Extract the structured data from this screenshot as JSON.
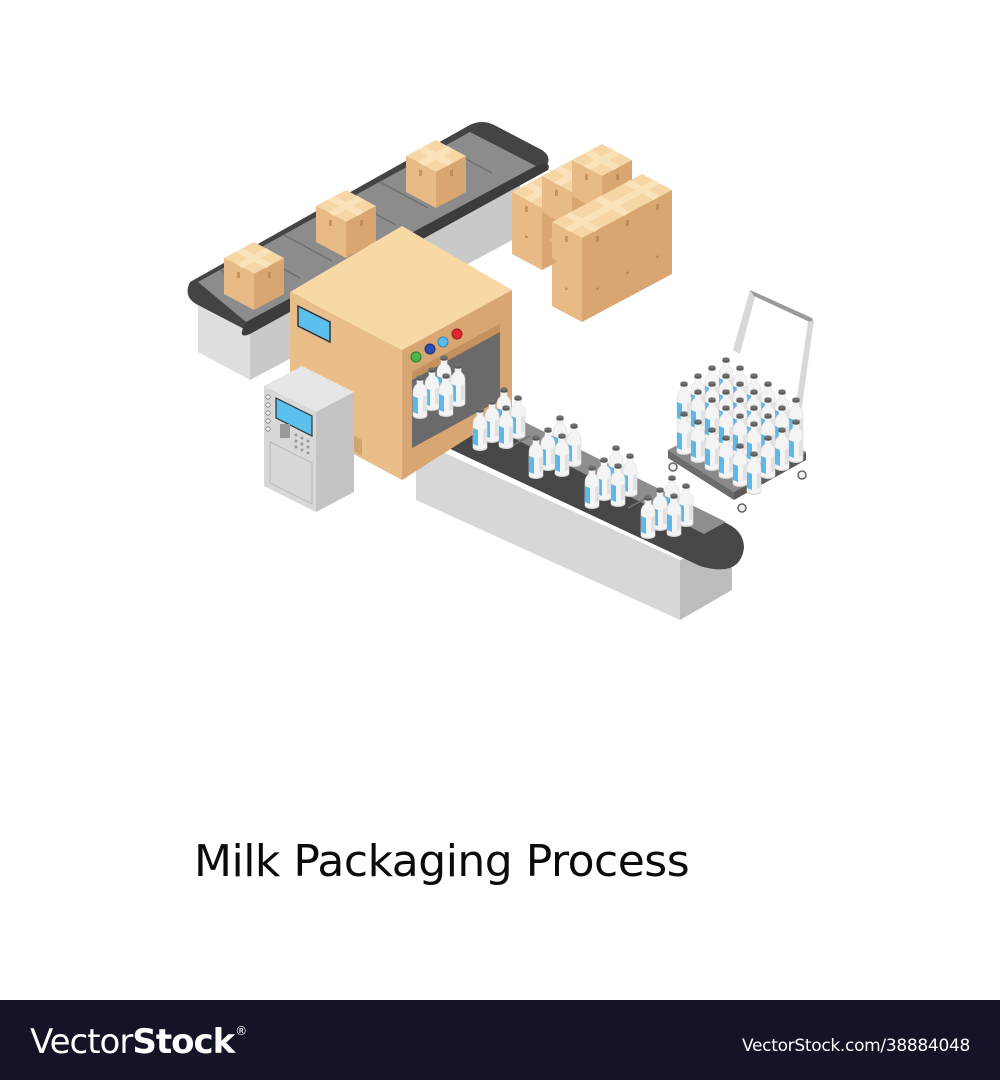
{
  "illustration": {
    "title": "Milk Packaging Process",
    "elements": {
      "upper_conveyor": {
        "label": "box conveyor belt",
        "box_count": 3
      },
      "machine": {
        "label": "packaging machine",
        "buttons": [
          "green",
          "blue",
          "light-blue",
          "red"
        ]
      },
      "control_panel": {
        "label": "control panel"
      },
      "lower_conveyor": {
        "label": "bottle conveyor belt",
        "bottle_groups": 5,
        "bottles_per_group": 5
      },
      "pallet": {
        "label": "stacked boxes",
        "rows": 3,
        "cols": 3,
        "layers": 3
      },
      "trolley": {
        "label": "bottle trolley"
      }
    },
    "colors": {
      "cardboard_top": "#f6d6a4",
      "cardboard_left": "#e8bb86",
      "cardboard_right": "#d9a672",
      "tape": "#f9dfb0",
      "belt_dark": "#4a4a4a",
      "belt_slats": "#8a8a8a",
      "base_gray": "#d7d7d7",
      "screen_blue": "#5cc0ee",
      "bottle_white": "#f2f2f2",
      "bottle_label": "#5cb8ea",
      "cap": "#555555"
    }
  },
  "footer": {
    "brand_light": "Vector",
    "brand_bold": "Stock",
    "brand_mark": "®",
    "image_url": "VectorStock.com/38884048",
    "background": "#131426"
  }
}
